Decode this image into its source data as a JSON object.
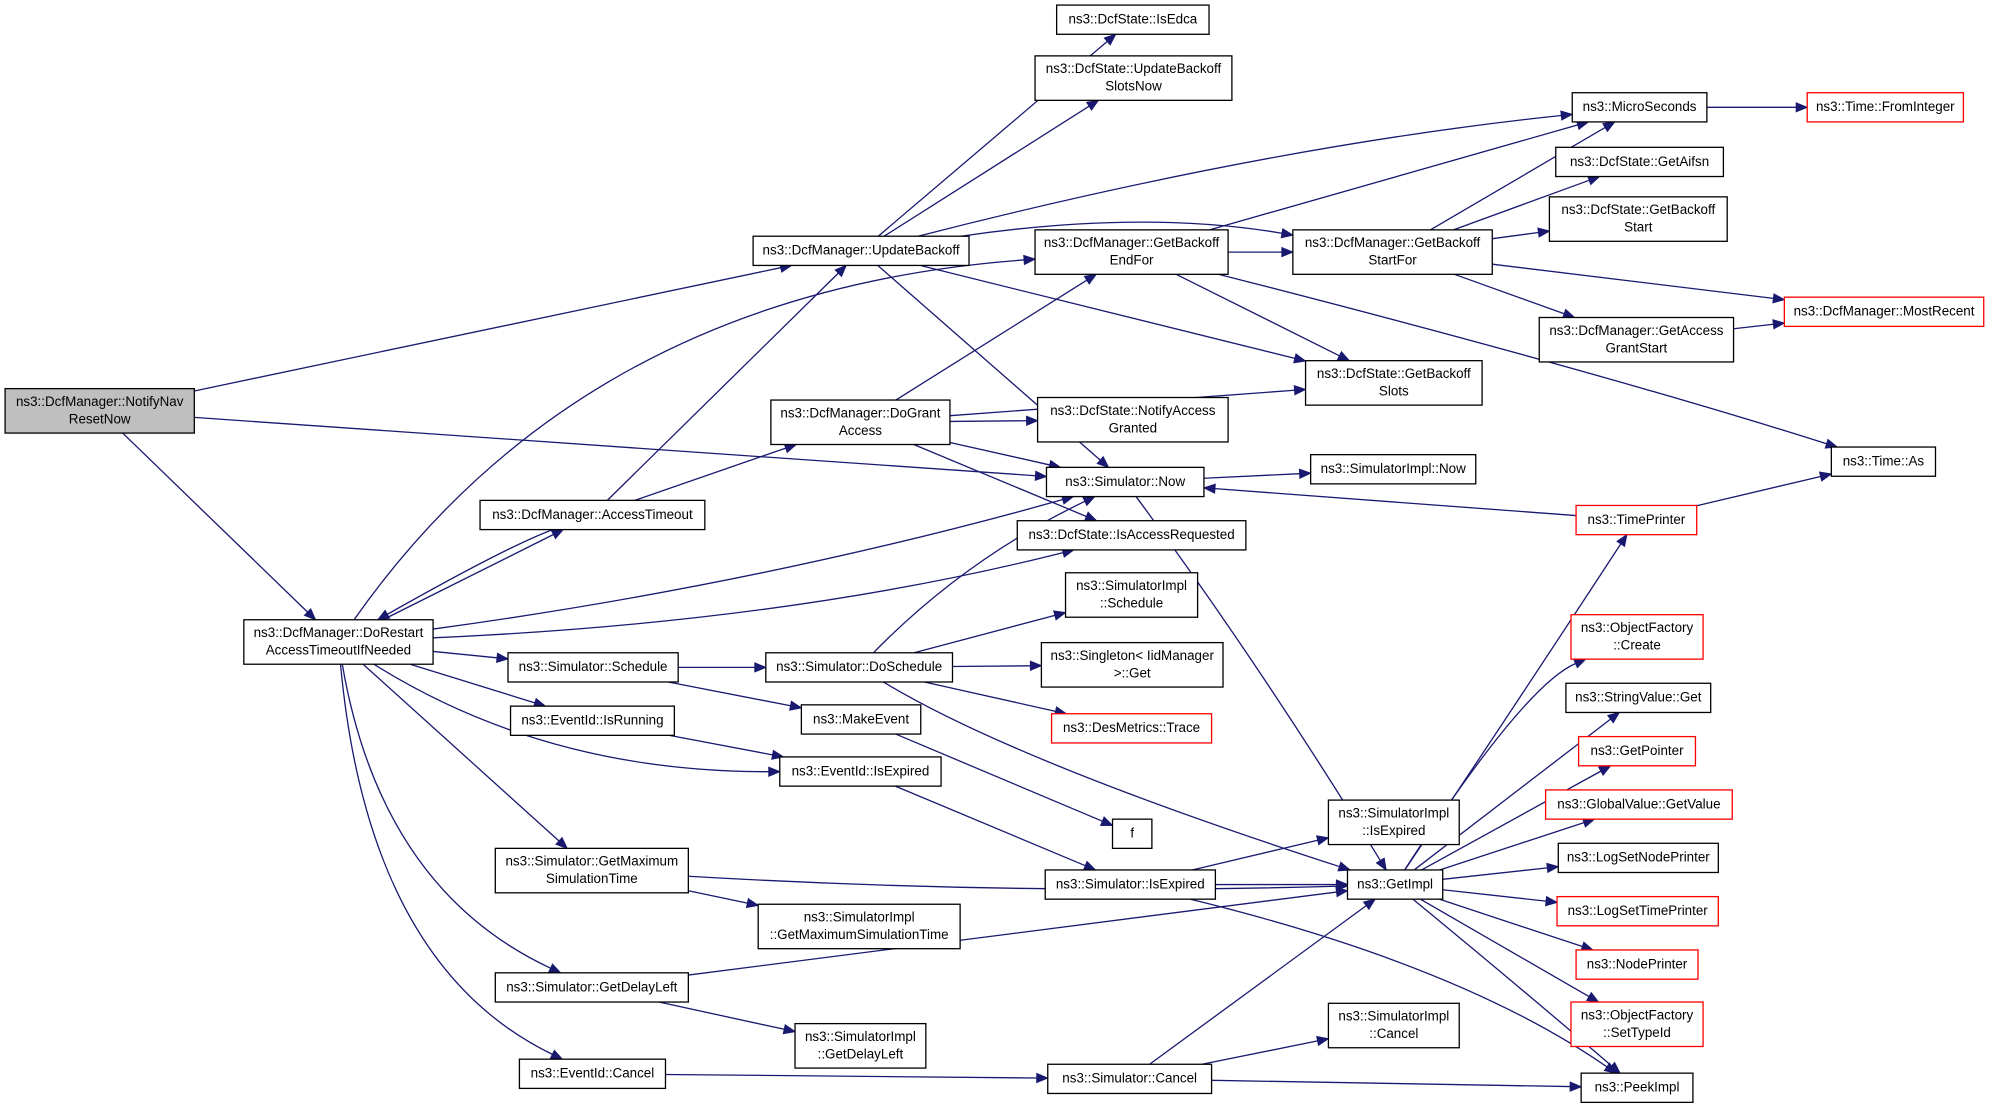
{
  "nodes": [
    {
      "id": "notifyNav",
      "lines": [
        "ns3::DcfManager::NotifyNav",
        "ResetNow"
      ],
      "style": "root"
    },
    {
      "id": "doRestart",
      "lines": [
        "ns3::DcfManager::DoRestart",
        "AccessTimeoutIfNeeded"
      ],
      "style": "normal"
    },
    {
      "id": "updateBackoff",
      "lines": [
        "ns3::DcfManager::UpdateBackoff"
      ],
      "style": "normal"
    },
    {
      "id": "accessTimeout",
      "lines": [
        "ns3::DcfManager::AccessTimeout"
      ],
      "style": "normal"
    },
    {
      "id": "doGrant",
      "lines": [
        "ns3::DcfManager::DoGrant",
        "Access"
      ],
      "style": "normal"
    },
    {
      "id": "getBackoffEndFor",
      "lines": [
        "ns3::DcfManager::GetBackoff",
        "EndFor"
      ],
      "style": "normal"
    },
    {
      "id": "getBackoffStartFor",
      "lines": [
        "ns3::DcfManager::GetBackoff",
        "StartFor"
      ],
      "style": "normal"
    },
    {
      "id": "isEdca",
      "lines": [
        "ns3::DcfState::IsEdca"
      ],
      "style": "normal"
    },
    {
      "id": "updateBackoffSlots",
      "lines": [
        "ns3::DcfState::UpdateBackoff",
        "SlotsNow"
      ],
      "style": "normal"
    },
    {
      "id": "microSeconds",
      "lines": [
        "ns3::MicroSeconds"
      ],
      "style": "normal"
    },
    {
      "id": "fromInteger",
      "lines": [
        "ns3::Time::FromInteger"
      ],
      "style": "red"
    },
    {
      "id": "getAifsn",
      "lines": [
        "ns3::DcfState::GetAifsn"
      ],
      "style": "normal"
    },
    {
      "id": "getBackoffStart",
      "lines": [
        "ns3::DcfState::GetBackoff",
        "Start"
      ],
      "style": "normal"
    },
    {
      "id": "mostRecent",
      "lines": [
        "ns3::DcfManager::MostRecent"
      ],
      "style": "red"
    },
    {
      "id": "getAccessGrantStart",
      "lines": [
        "ns3::DcfManager::GetAccess",
        "GrantStart"
      ],
      "style": "normal"
    },
    {
      "id": "getBackoffSlots",
      "lines": [
        "ns3::DcfState::GetBackoff",
        "Slots"
      ],
      "style": "normal"
    },
    {
      "id": "notifyAccessGranted",
      "lines": [
        "ns3::DcfState::NotifyAccess",
        "Granted"
      ],
      "style": "normal"
    },
    {
      "id": "simNow",
      "lines": [
        "ns3::Simulator::Now"
      ],
      "style": "normal"
    },
    {
      "id": "simImplNow",
      "lines": [
        "ns3::SimulatorImpl::Now"
      ],
      "style": "normal"
    },
    {
      "id": "timeAs",
      "lines": [
        "ns3::Time::As"
      ],
      "style": "normal"
    },
    {
      "id": "timePrinter",
      "lines": [
        "ns3::TimePrinter"
      ],
      "style": "red"
    },
    {
      "id": "isAccessRequested",
      "lines": [
        "ns3::DcfState::IsAccessRequested"
      ],
      "style": "normal"
    },
    {
      "id": "simImplSchedule",
      "lines": [
        "ns3::SimulatorImpl",
        "::Schedule"
      ],
      "style": "normal"
    },
    {
      "id": "simSchedule",
      "lines": [
        "ns3::Simulator::Schedule"
      ],
      "style": "normal"
    },
    {
      "id": "simDoSchedule",
      "lines": [
        "ns3::Simulator::DoSchedule"
      ],
      "style": "normal"
    },
    {
      "id": "singletonGet",
      "lines": [
        "ns3::Singleton< IidManager",
        ">::Get"
      ],
      "style": "normal"
    },
    {
      "id": "desMetricsTrace",
      "lines": [
        "ns3::DesMetrics::Trace"
      ],
      "style": "red"
    },
    {
      "id": "objFactoryCreate",
      "lines": [
        "ns3::ObjectFactory",
        "::Create"
      ],
      "style": "red"
    },
    {
      "id": "stringValueGet",
      "lines": [
        "ns3::StringValue::Get"
      ],
      "style": "normal"
    },
    {
      "id": "eventIsRunning",
      "lines": [
        "ns3::EventId::IsRunning"
      ],
      "style": "normal"
    },
    {
      "id": "makeEvent",
      "lines": [
        "ns3::MakeEvent"
      ],
      "style": "normal"
    },
    {
      "id": "eventIsExpired",
      "lines": [
        "ns3::EventId::IsExpired"
      ],
      "style": "normal"
    },
    {
      "id": "getPointer",
      "lines": [
        "ns3::GetPointer"
      ],
      "style": "red"
    },
    {
      "id": "globalValueGet",
      "lines": [
        "ns3::GlobalValue::GetValue"
      ],
      "style": "red"
    },
    {
      "id": "fNode",
      "lines": [
        "f"
      ],
      "style": "normal"
    },
    {
      "id": "simImplIsExpired",
      "lines": [
        "ns3::SimulatorImpl",
        "::IsExpired"
      ],
      "style": "normal"
    },
    {
      "id": "logSetNodePrinter",
      "lines": [
        "ns3::LogSetNodePrinter"
      ],
      "style": "normal"
    },
    {
      "id": "simGetMaxTime",
      "lines": [
        "ns3::Simulator::GetMaximum",
        "SimulationTime"
      ],
      "style": "normal"
    },
    {
      "id": "simIsExpired",
      "lines": [
        "ns3::Simulator::IsExpired"
      ],
      "style": "normal"
    },
    {
      "id": "getImpl",
      "lines": [
        "ns3::GetImpl"
      ],
      "style": "normal"
    },
    {
      "id": "logSetTimePrinter",
      "lines": [
        "ns3::LogSetTimePrinter"
      ],
      "style": "red"
    },
    {
      "id": "simImplGetMaxTime",
      "lines": [
        "ns3::SimulatorImpl",
        "::GetMaximumSimulationTime"
      ],
      "style": "normal"
    },
    {
      "id": "nodePrinter",
      "lines": [
        "ns3::NodePrinter"
      ],
      "style": "red"
    },
    {
      "id": "simGetDelayLeft",
      "lines": [
        "ns3::Simulator::GetDelayLeft"
      ],
      "style": "normal"
    },
    {
      "id": "objFactorySetTypeId",
      "lines": [
        "ns3::ObjectFactory",
        "::SetTypeId"
      ],
      "style": "red"
    },
    {
      "id": "simImplGetDelayLeft",
      "lines": [
        "ns3::SimulatorImpl",
        "::GetDelayLeft"
      ],
      "style": "normal"
    },
    {
      "id": "simImplCancel",
      "lines": [
        "ns3::SimulatorImpl",
        "::Cancel"
      ],
      "style": "normal"
    },
    {
      "id": "eventCancel",
      "lines": [
        "ns3::EventId::Cancel"
      ],
      "style": "normal"
    },
    {
      "id": "simCancel",
      "lines": [
        "ns3::Simulator::Cancel"
      ],
      "style": "normal"
    },
    {
      "id": "peekImpl",
      "lines": [
        "ns3::PeekImpl"
      ],
      "style": "normal"
    }
  ],
  "edges": [
    [
      "notifyNav",
      "updateBackoff"
    ],
    [
      "notifyNav",
      "simNow"
    ],
    [
      "notifyNav",
      "doRestart"
    ],
    [
      "updateBackoff",
      "isEdca"
    ],
    [
      "updateBackoff",
      "updateBackoffSlots"
    ],
    [
      "updateBackoff",
      "microSeconds"
    ],
    [
      "updateBackoff",
      "getBackoffStartFor"
    ],
    [
      "updateBackoff",
      "simNow"
    ],
    [
      "doRestart",
      "getBackoffEndFor"
    ],
    [
      "doRestart",
      "accessTimeout"
    ],
    [
      "doRestart",
      "simNow"
    ],
    [
      "doRestart",
      "isAccessRequested"
    ],
    [
      "doRestart",
      "simSchedule"
    ],
    [
      "doRestart",
      "eventIsRunning"
    ],
    [
      "doRestart",
      "eventIsExpired"
    ],
    [
      "doRestart",
      "simGetMaxTime"
    ],
    [
      "doRestart",
      "simGetDelayLeft"
    ],
    [
      "doRestart",
      "eventCancel"
    ],
    [
      "accessTimeout",
      "updateBackoff"
    ],
    [
      "accessTimeout",
      "doGrant"
    ],
    [
      "accessTimeout",
      "doRestart"
    ],
    [
      "doGrant",
      "getBackoffEndFor"
    ],
    [
      "doGrant",
      "getBackoffSlots"
    ],
    [
      "doGrant",
      "notifyAccessGranted"
    ],
    [
      "doGrant",
      "simNow"
    ],
    [
      "doGrant",
      "isAccessRequested"
    ],
    [
      "getBackoffEndFor",
      "microSeconds"
    ],
    [
      "getBackoffEndFor",
      "getBackoffStartFor"
    ],
    [
      "getBackoffEndFor",
      "getBackoffSlots"
    ],
    [
      "getBackoffEndFor",
      "timeAs"
    ],
    [
      "updateBackoff",
      "getBackoffSlots"
    ],
    [
      "getBackoffStartFor",
      "microSeconds"
    ],
    [
      "getBackoffStartFor",
      "getAifsn"
    ],
    [
      "getBackoffStartFor",
      "getBackoffStart"
    ],
    [
      "getBackoffStartFor",
      "mostRecent"
    ],
    [
      "getBackoffStartFor",
      "getAccessGrantStart"
    ],
    [
      "getAccessGrantStart",
      "mostRecent"
    ],
    [
      "microSeconds",
      "fromInteger"
    ],
    [
      "simNow",
      "simImplNow"
    ],
    [
      "simNow",
      "getImpl"
    ],
    [
      "timePrinter",
      "timeAs"
    ],
    [
      "timePrinter",
      "simNow"
    ],
    [
      "simSchedule",
      "simDoSchedule"
    ],
    [
      "simSchedule",
      "makeEvent"
    ],
    [
      "simDoSchedule",
      "simNow"
    ],
    [
      "simDoSchedule",
      "simImplSchedule"
    ],
    [
      "simDoSchedule",
      "singletonGet"
    ],
    [
      "simDoSchedule",
      "desMetricsTrace"
    ],
    [
      "simDoSchedule",
      "getImpl"
    ],
    [
      "eventIsRunning",
      "eventIsExpired"
    ],
    [
      "makeEvent",
      "fNode"
    ],
    [
      "eventIsExpired",
      "simIsExpired"
    ],
    [
      "simIsExpired",
      "simImplIsExpired"
    ],
    [
      "simIsExpired",
      "getImpl"
    ],
    [
      "simIsExpired",
      "peekImpl"
    ],
    [
      "simGetMaxTime",
      "getImpl"
    ],
    [
      "simGetMaxTime",
      "simImplGetMaxTime"
    ],
    [
      "simGetDelayLeft",
      "getImpl"
    ],
    [
      "simGetDelayLeft",
      "simImplGetDelayLeft"
    ],
    [
      "eventCancel",
      "simCancel"
    ],
    [
      "simCancel",
      "getImpl"
    ],
    [
      "simCancel",
      "simImplCancel"
    ],
    [
      "simCancel",
      "peekImpl"
    ],
    [
      "getImpl",
      "timePrinter"
    ],
    [
      "getImpl",
      "objFactoryCreate"
    ],
    [
      "getImpl",
      "stringValueGet"
    ],
    [
      "getImpl",
      "getPointer"
    ],
    [
      "getImpl",
      "globalValueGet"
    ],
    [
      "getImpl",
      "logSetNodePrinter"
    ],
    [
      "getImpl",
      "logSetTimePrinter"
    ],
    [
      "getImpl",
      "nodePrinter"
    ],
    [
      "getImpl",
      "objFactorySetTypeId"
    ],
    [
      "getImpl",
      "peekImpl"
    ]
  ],
  "colors": {
    "edge": "#191970",
    "root_fill": "#bfbfbf",
    "red_border": "#ff0000",
    "box_border": "#000000"
  }
}
